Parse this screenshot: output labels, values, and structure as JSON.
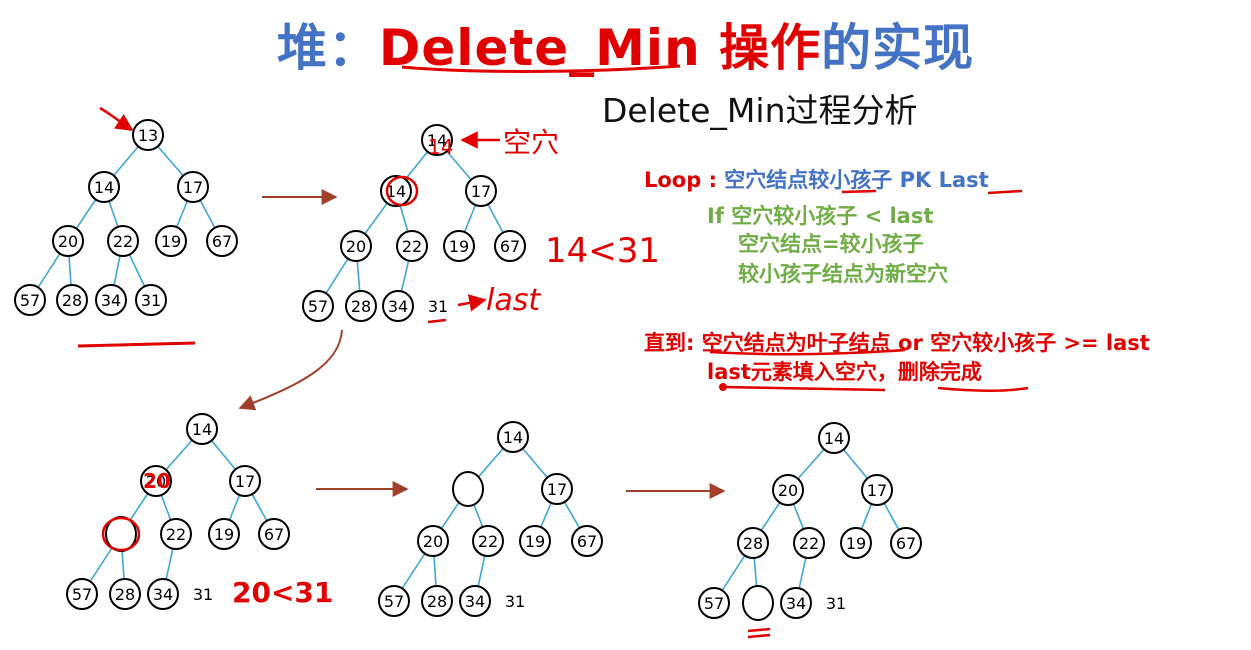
{
  "title": {
    "part1": "堆：",
    "part2": "Delete_Min",
    "part3": " 操作",
    "part4": "的实现"
  },
  "subtitle": "Delete_Min过程分析",
  "rules": {
    "loop_label": "Loop :",
    "loop_text": " 空穴结点较小孩子 PK  Last",
    "if_line": "If 空穴较小孩子 < last",
    "assign_line": "空穴结点=较小孩子",
    "new_hole_line": "较小孩子结点为新空穴",
    "until_label": "直到:",
    "until_text": " 空穴结点为叶子结点 or  空穴较小孩子  >= last",
    "fill_line": "last元素填入空穴，删除完成"
  },
  "annotations": {
    "hole": "空穴",
    "last": "last",
    "cmp1": "14<31",
    "cmp2": "20<31",
    "new_root": "14",
    "moved_20": "20"
  },
  "trees": [
    {
      "id": "t1",
      "nodes": [
        "13",
        "14",
        "17",
        "20",
        "22",
        "19",
        "67",
        "57",
        "28",
        "34",
        "31"
      ]
    },
    {
      "id": "t2",
      "nodes": [
        "14",
        "14",
        "17",
        "20",
        "22",
        "19",
        "67",
        "57",
        "28",
        "34"
      ],
      "loose": "31"
    },
    {
      "id": "t3",
      "nodes": [
        "14",
        "",
        "17",
        "20",
        "22",
        "19",
        "67",
        "57",
        "28",
        "34"
      ],
      "loose": "31"
    },
    {
      "id": "t4",
      "nodes": [
        "14",
        "20",
        "17",
        "",
        "22",
        "19",
        "67",
        "57",
        "28",
        "34"
      ],
      "loose": "31"
    },
    {
      "id": "t5",
      "nodes": [
        "14",
        "20",
        "17",
        "28",
        "22",
        "19",
        "67",
        "57",
        "",
        "34"
      ],
      "loose": "31"
    }
  ],
  "colors": {
    "edge": "#3fa7d6",
    "red": "#e00000",
    "blue": "#4472c4",
    "green": "#70ad47",
    "arrow": "#a0402a"
  }
}
